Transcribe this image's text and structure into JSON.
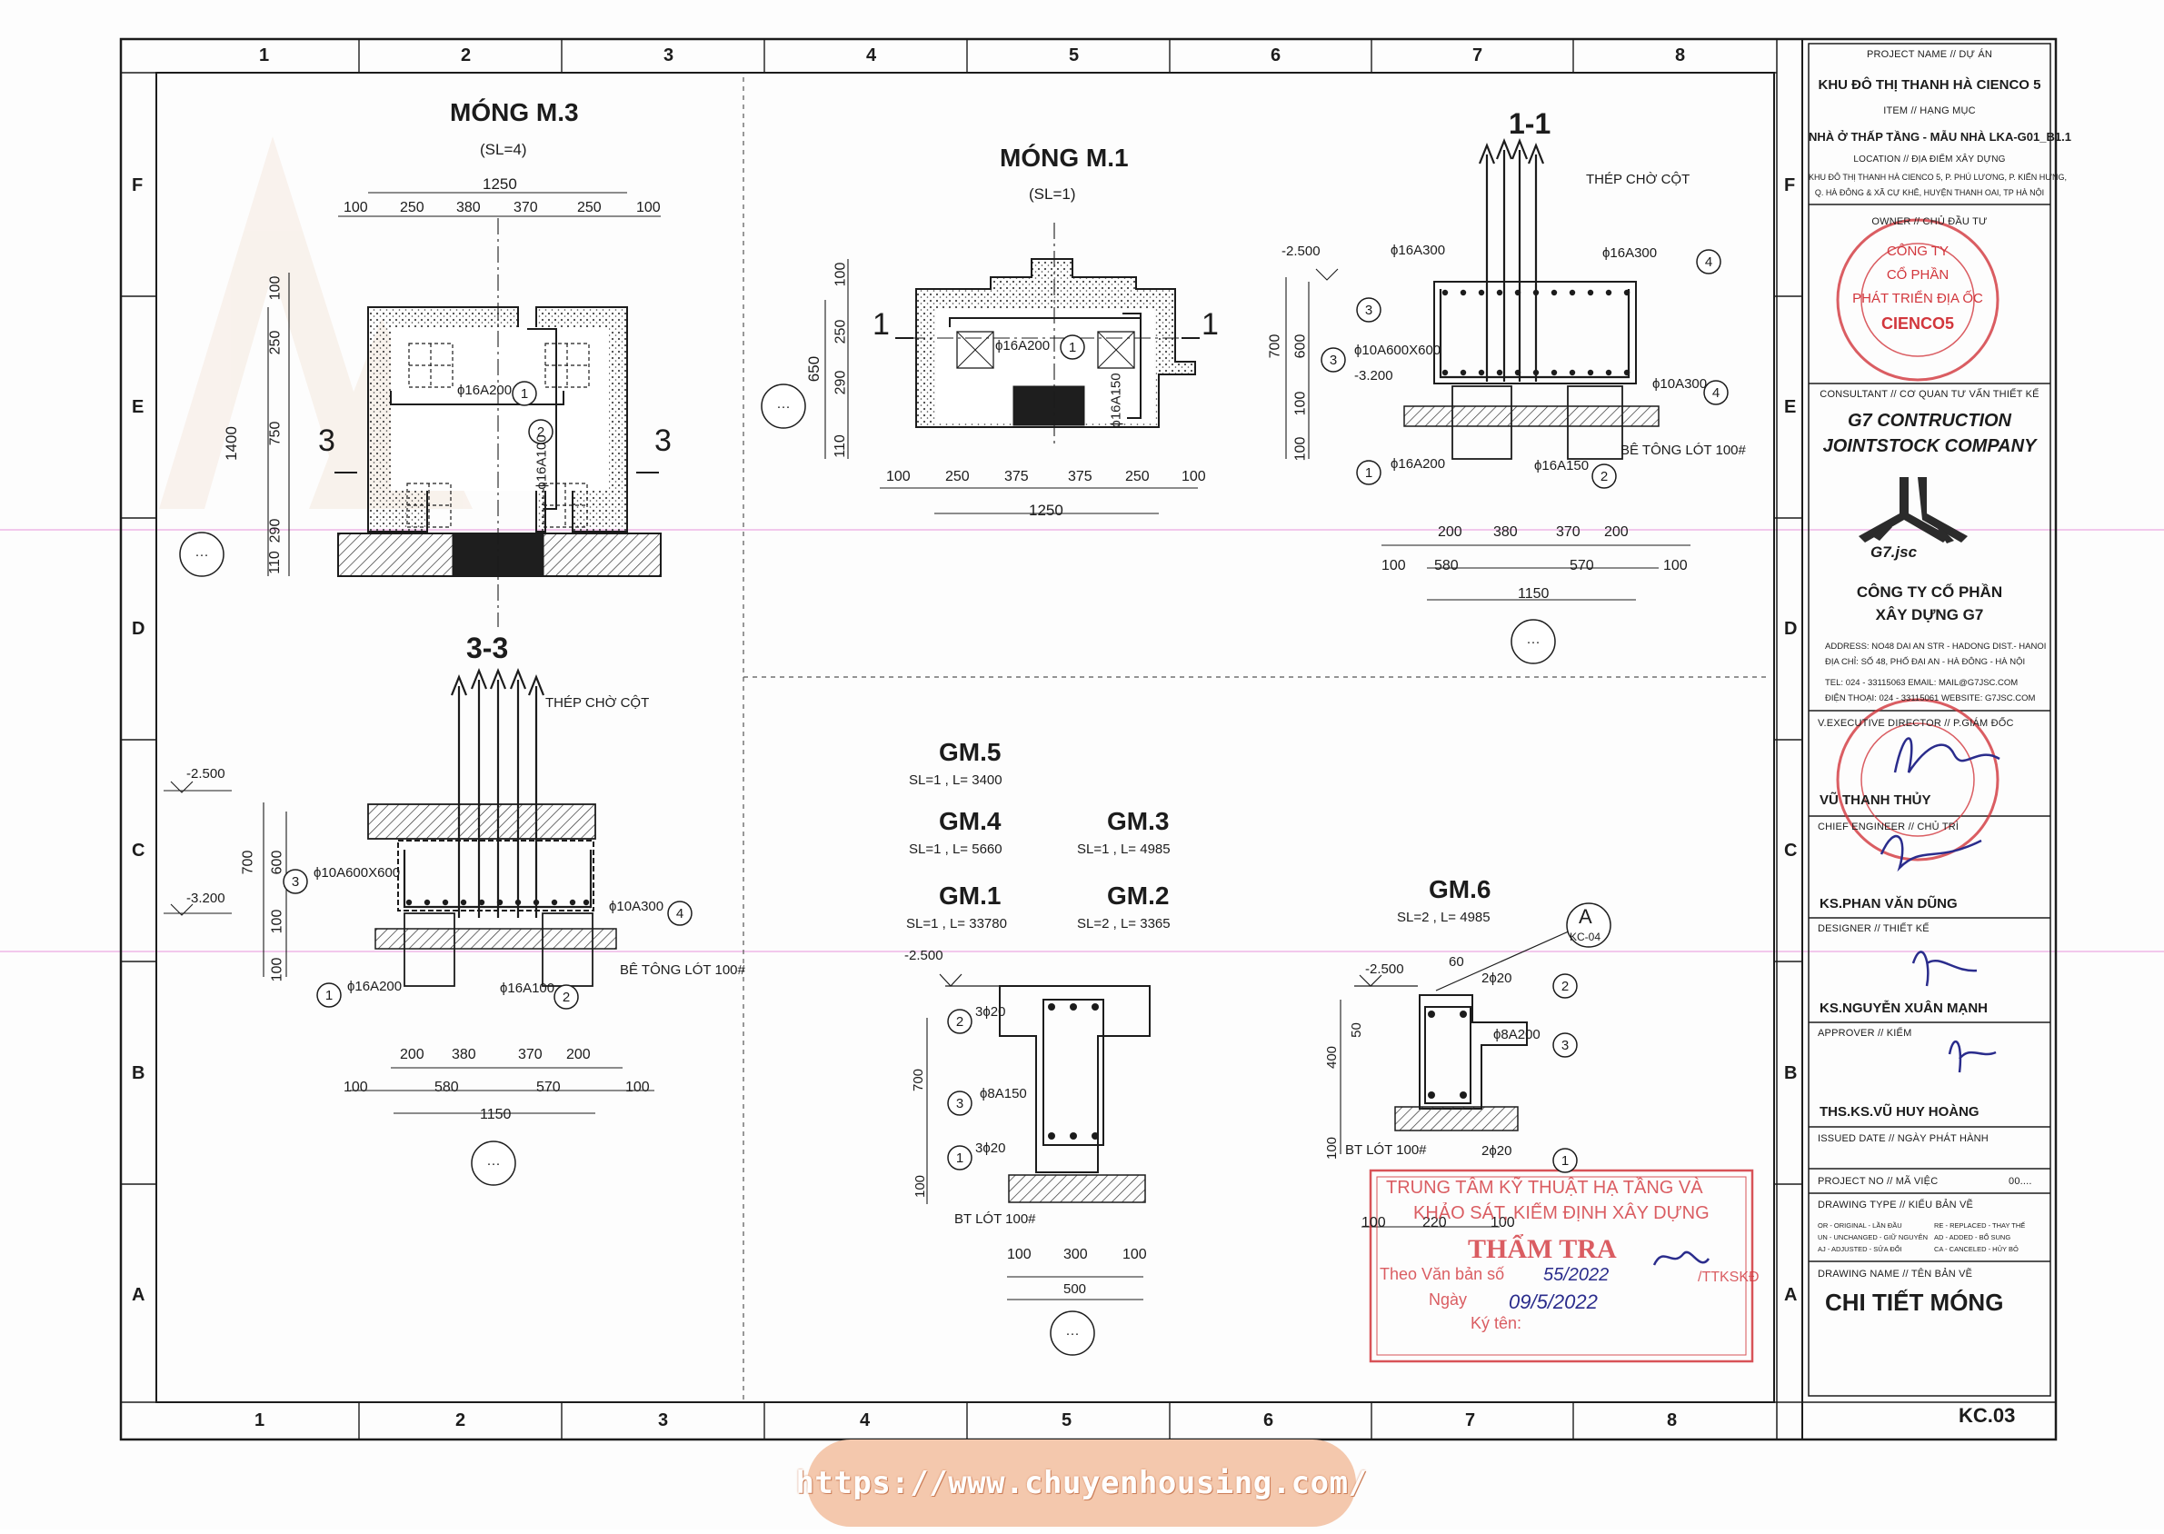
{
  "grid": {
    "columns": [
      "1",
      "2",
      "3",
      "4",
      "5",
      "6",
      "7",
      "8"
    ],
    "rows": [
      "F",
      "E",
      "D",
      "C",
      "B",
      "A"
    ]
  },
  "drawings": {
    "mong_m3": {
      "title": "MÓNG M.3",
      "qty": "(SL=4)",
      "dims_top": [
        "100",
        "250",
        "380",
        "370",
        "250",
        "100"
      ],
      "dim_total": "1250",
      "dims_left": [
        "100",
        "250",
        "750",
        "290",
        "110"
      ],
      "dim_height": "1400",
      "rebar_a": "ϕ16A200",
      "rebar_b": "ϕ16A100",
      "mark_1": "1",
      "mark_2": "2",
      "section_mark": "3"
    },
    "mong_m1": {
      "title": "MÓNG M.1",
      "qty": "(SL=1)",
      "dims_bottom": [
        "100",
        "250",
        "375",
        "375",
        "250",
        "100"
      ],
      "dim_total": "1250",
      "dims_left": [
        "100",
        "250",
        "290",
        "110"
      ],
      "dim_height": "650",
      "rebar_a": "ϕ16A200",
      "rebar_b": "ϕ16A150",
      "mark_1": "1",
      "section_mark": "1"
    },
    "section_11": {
      "title": "1-1",
      "starter": "THÉP CHỜ CỘT",
      "level_1": "-2.500",
      "level_2": "-3.200",
      "rebar_3a": "ϕ16A300",
      "rebar_4a": "ϕ16A300",
      "rebar_3b": "ϕ10A600X600",
      "rebar_4b": "ϕ10A300",
      "rebar_1": "ϕ16A200",
      "rebar_2": "ϕ16A150",
      "lean": "BÊ TÔNG LÓT 100#",
      "dims_left": [
        "700",
        "600",
        "100",
        "100"
      ],
      "dims_row1": [
        "200",
        "380",
        "370",
        "200"
      ],
      "dims_row2": [
        "100",
        "580",
        "570",
        "100"
      ],
      "dim_total": "1150",
      "marks": [
        "1",
        "2",
        "3",
        "4"
      ]
    },
    "section_33": {
      "title": "3-3",
      "starter": "THÉP CHỜ CỘT",
      "level_1": "-2.500",
      "level_2": "-3.200",
      "rebar_3": "ϕ10A600X600",
      "rebar_4": "ϕ10A300",
      "rebar_1": "ϕ16A200",
      "rebar_2": "ϕ16A100",
      "lean": "BÊ TÔNG LÓT 100#",
      "dims_left": [
        "700",
        "600",
        "100",
        "100"
      ],
      "dims_row1": [
        "200",
        "380",
        "370",
        "200"
      ],
      "dims_row2": [
        "100",
        "580",
        "570",
        "100"
      ],
      "dim_total": "1150",
      "marks": [
        "1",
        "2",
        "3",
        "4"
      ]
    },
    "beams": {
      "gm5": {
        "name": "GM.5",
        "spec": "SL=1   , L= 3400"
      },
      "gm4": {
        "name": "GM.4",
        "spec": "SL=1   , L= 5660"
      },
      "gm3": {
        "name": "GM.3",
        "spec": "SL=1   , L= 4985"
      },
      "gm1": {
        "name": "GM.1",
        "spec": "SL=1   , L= 33780"
      },
      "gm2": {
        "name": "GM.2",
        "spec": "SL=2   , L= 3365"
      },
      "level": "-2.500",
      "top_bar": "3ϕ20",
      "stirrup": "ϕ8A150",
      "bot_bar": "3ϕ20",
      "lean": "BT LÓT 100#",
      "dim_h": "700",
      "dim_b": "100",
      "dims_bottom": [
        "100",
        "300",
        "100"
      ],
      "dim_total": "500",
      "marks": [
        "2",
        "3",
        "1"
      ]
    },
    "gm6": {
      "name": "GM.6",
      "spec": "SL=2   , L= 4985",
      "detail": "A",
      "detail_ref": "KC-04",
      "level": "-2.500",
      "dim_60": "60",
      "top_bar": "2ϕ20",
      "stirrup": "ϕ8A200",
      "bot_bar": "2ϕ20",
      "lean": "BT LÓT 100#",
      "dim_h": "400",
      "dim_50": "50",
      "dim_100": "100",
      "dims_bottom": [
        "100",
        "220",
        "100"
      ],
      "marks": [
        "2",
        "3",
        "1"
      ]
    }
  },
  "stamp_red": {
    "line1": "TRUNG TÂM KỸ THUẬT HẠ TẦNG VÀ",
    "line2": "KHẢO SÁT, KIỂM ĐỊNH XÂY DỰNG",
    "title": "THẨM TRA",
    "ref_label": "Theo Văn bản số",
    "ref_val": "55/2022",
    "ref_tail": "/TTKSKĐ",
    "date_label": "Ngày",
    "date_val": "09/5/2022",
    "sign_label": "Ký tên:"
  },
  "title_block": {
    "project_label": "PROJECT NAME // DỰ ÁN",
    "project_name": "KHU ĐÔ THỊ THANH HÀ CIENCO 5",
    "item_label": "ITEM // HẠNG MỤC",
    "item_name": "NHÀ Ở THẤP TẦNG - MẪU NHÀ LKA-G01_B1.1",
    "location_label": "LOCATION // ĐỊA ĐIỂM XÂY DỰNG",
    "location_1": "KHU ĐÔ THỊ THANH HÀ CIENCO 5, P. PHÚ LƯƠNG, P. KIẾN HƯNG,",
    "location_2": "Q. HÀ ĐÔNG & XÃ CỰ KHÊ, HUYỆN THANH OAI, TP HÀ NỘI",
    "owner_label": "OWNER // CHỦ ĐẦU TƯ",
    "owner_seal": [
      "CÔNG TY",
      "CỔ PHẦN",
      "PHÁT TRIỂN ĐỊA ỐC",
      "CIENCO5"
    ],
    "consultant_label": "CONSULTANT // CƠ QUAN TƯ VẤN THIẾT KẾ",
    "consultant_en_1": "G7 CONTRUCTION",
    "consultant_en_2": "JOINTSTOCK COMPANY",
    "logo_text": "G7.jsc",
    "consultant_vn_1": "CÔNG TY CỔ PHẦN",
    "consultant_vn_2": "XÂY DỰNG G7",
    "addr_1": "ADDRESS:   NO48 DAI AN STR - HADONG DIST.- HANOI",
    "addr_2": "ĐỊA CHỈ:   SỐ 48, PHỐ ĐẠI AN - HÀ ĐÔNG - HÀ NỘI",
    "addr_3": "TEL:       024 - 33115063   EMAIL: MAIL@G7JSC.COM",
    "addr_4": "ĐIỆN THOẠI: 024 - 33115061  WEBSITE: G7JSC.COM",
    "director_label": "V.EXECUTIVE DIRECTOR // P.GIÁM ĐỐC",
    "director_name": "VŨ THANH THỦY",
    "chief_label": "CHIEF ENGINEER // CHỦ TRÌ",
    "chief_name": "KS.PHAN VĂN DŨNG",
    "designer_label": "DESIGNER // THIẾT KẾ",
    "designer_name": "KS.NGUYỄN XUÂN MẠNH",
    "approver_label": "APPROVER // KIỂM",
    "approver_name": "THS.KS.VŨ HUY HOÀNG",
    "issued_label": "ISSUED DATE // NGÀY PHÁT HÀNH",
    "projno_label": "PROJECT NO // MÃ VIỆC",
    "projno_val": "00....",
    "dtype_label": "DRAWING TYPE // KIỂU BẢN VẼ",
    "dtype_legend": [
      "OR - ORIGINAL - LẦN ĐẦU",
      "UN - UNCHANGED - GIỮ NGUYÊN",
      "AJ - ADJUSTED - SỬA ĐỔI",
      "RE - REPLACED - THAY THẾ",
      "AD - ADDED - BỔ SUNG",
      "CA - CANCELED - HỦY BỎ"
    ],
    "dname_label": "DRAWING NAME // TÊN BẢN VẼ",
    "dname": "CHI TIẾT MÓNG",
    "sheet_no": "KC.03"
  },
  "watermark_url": "https://www.chuyenhousing.com/",
  "colors": {
    "line": "#1c1c1c",
    "stamp_red": "#d2363c",
    "ink_blue": "#2a2c8c",
    "pill": "#f4c8ad",
    "magenta_line": "#e58ad8"
  }
}
